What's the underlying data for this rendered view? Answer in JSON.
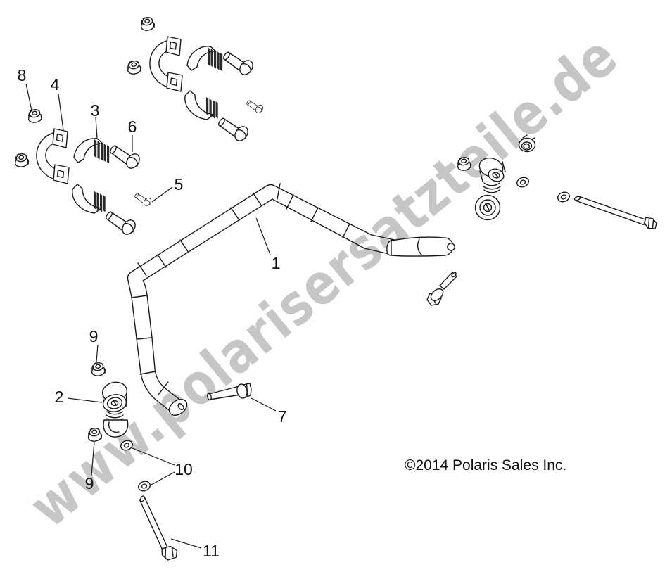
{
  "page": {
    "background": "#ffffff",
    "description": "Exploded parts diagram of a stabilizer (sway) bar assembly with numbered callouts"
  },
  "watermark": {
    "text": "www.polarisersatzteile.de",
    "fill": "#c6c6c6",
    "halo": "#ffffff",
    "angle_deg": -39.3
  },
  "copyright": {
    "text": "©2014 Polaris Sales Inc."
  },
  "diagram": {
    "line_color": "#1a1a1a"
  },
  "callouts": [
    {
      "label": "8"
    },
    {
      "label": "4"
    },
    {
      "label": "3"
    },
    {
      "label": "6"
    },
    {
      "label": "5"
    },
    {
      "label": "1"
    },
    {
      "label": "9"
    },
    {
      "label": "2"
    },
    {
      "label": "9"
    },
    {
      "label": "10"
    },
    {
      "label": "7"
    },
    {
      "label": "11"
    }
  ]
}
